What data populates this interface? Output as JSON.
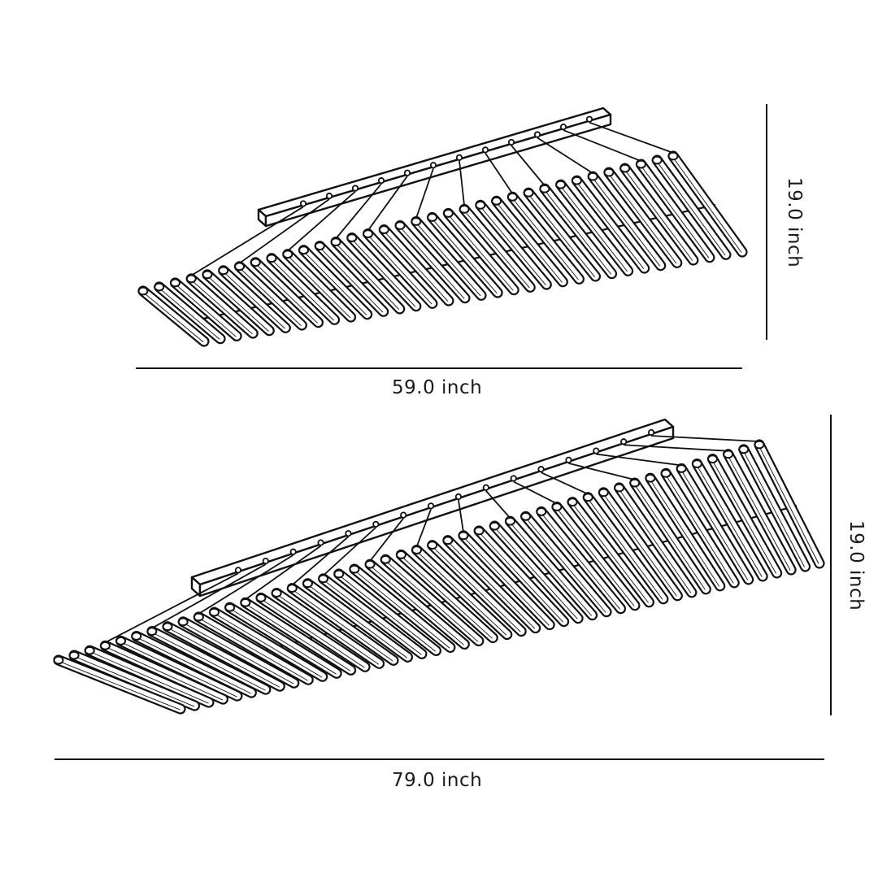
{
  "diagram": {
    "subject": "Linear slatted pendant ceiling light - two size variants",
    "line_color": "#111111",
    "background": "#ffffff"
  },
  "fixtures": [
    {
      "id": "small",
      "width_label": "59.0  inch",
      "height_label": "19.0  inch",
      "width_inches": 59.0,
      "height_inches": 19.0,
      "slat_count": 34,
      "suspension_wire_count": 12
    },
    {
      "id": "large",
      "width_label": "79.0  inch",
      "height_label": "19.0  inch",
      "width_inches": 79.0,
      "height_inches": 19.0,
      "slat_count": 46,
      "suspension_wire_count": 16
    }
  ]
}
